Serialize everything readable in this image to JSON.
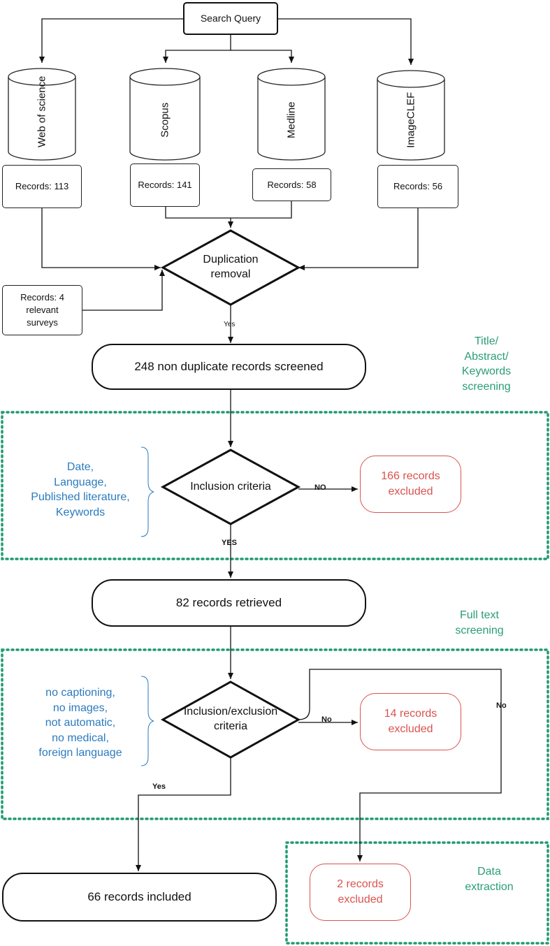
{
  "search_query": "Search Query",
  "databases": [
    {
      "name": "Web of\nscience",
      "records": "Records: 113"
    },
    {
      "name": "Scopus",
      "records": "Records: 141"
    },
    {
      "name": "Medline",
      "records": "Records: 58"
    },
    {
      "name": "ImageCLEF",
      "records": "Records: 56"
    }
  ],
  "surveys": "Records: 4\nrelevant\nsurveys",
  "duplication": "Duplication\nremoval",
  "yes_small": "Yes",
  "screened": "248 non duplicate records screened",
  "stage1_label": "Title/\nAbstract/\nKeywords\nscreening",
  "criteria1": "Date,\nLanguage,\nPublished literature,\nKeywords",
  "inclusion": "Inclusion criteria",
  "no_upper": "NO",
  "excluded166": "166 records\nexcluded",
  "yes_upper": "YES",
  "retrieved": "82 records retrieved",
  "stage2_label": "Full text\nscreening",
  "criteria2": "no captioning,\nno images,\nnot automatic,\nno medical,\nforeign language",
  "inclusion_exclusion": "Inclusion/exclusion\ncriteria",
  "no_label": "No",
  "excluded14": "14 records\nexcluded",
  "no_right": "No",
  "yes_bottom": "Yes",
  "included": "66 records included",
  "excluded2": "2 records\nexcluded",
  "stage3_label": "Data\nextraction",
  "colors": {
    "line": "#111111",
    "exclude": "#d9534f",
    "criteria": "#2b7bbf",
    "stage": "#2a9d78"
  }
}
